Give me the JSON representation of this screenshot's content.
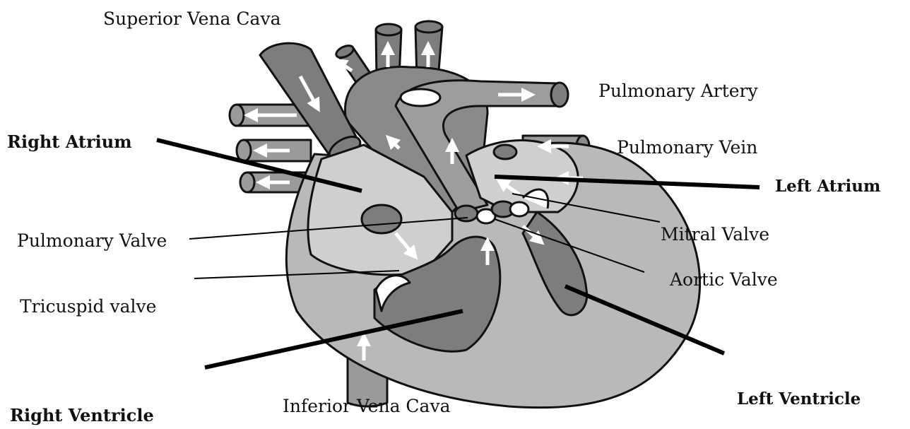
{
  "labels": {
    "superior_vena_cava": "Superior Vena Cava",
    "pulmonary_artery": "Pulmonary Artery",
    "pulmonary_vein": "Pulmonary Vein",
    "right_atrium": "Right Atrium",
    "left_atrium": "Left Atrium",
    "pulmonary_valve": "Pulmonary Valve",
    "mitral_valve": "Mitral Valve",
    "aortic_valve": "Aortic Valve",
    "tricuspid_valve": "Tricuspid valve",
    "inferior_vena_cava": "Inferior Vena Cava",
    "left_ventricle": "Left Ventricle",
    "right_ventricle": "Right Ventricle"
  }
}
